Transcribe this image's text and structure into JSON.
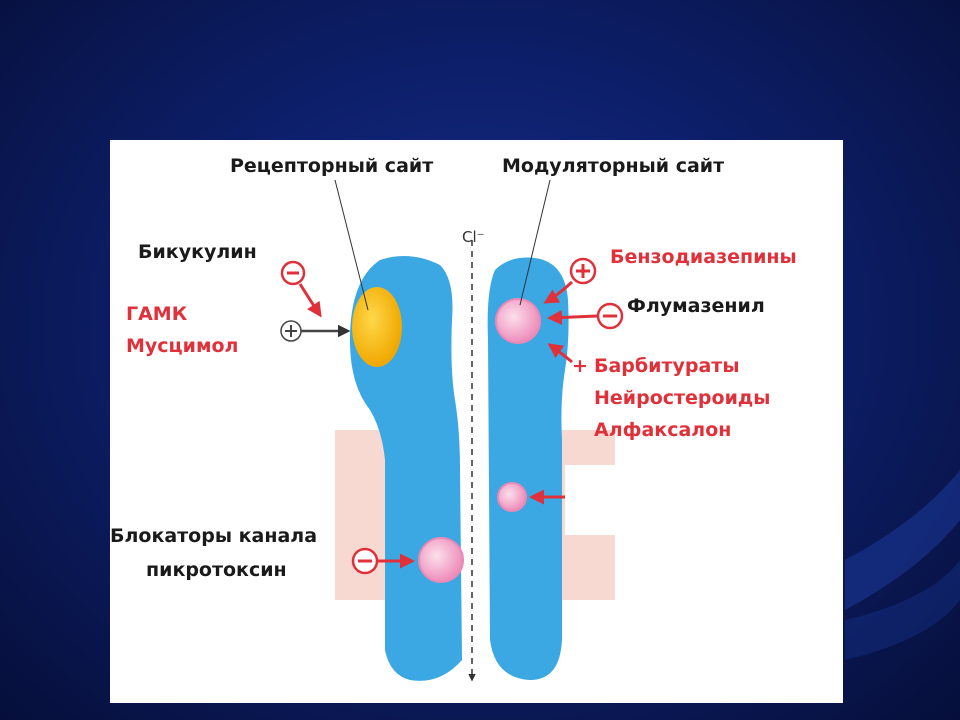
{
  "labels": {
    "receptor_site": "Рецепторный сайт",
    "modulator_site": "Модуляторный сайт",
    "chloride": "Cl⁻",
    "bicuculline": "Бикукулин",
    "gaba": "ГАМК",
    "muscimol": "Мусцимол",
    "benzodiazepines": "Бензодиазепины",
    "flumazenil": "Флумазенил",
    "barbiturates": "Барбитураты",
    "neurosteroids": "Нейростероиды",
    "alfaxalone": "Алфаксалон",
    "channel_blockers": "Блокаторы канала",
    "picrotoxin": "пикротоксин",
    "plus_sign": "+"
  },
  "colors": {
    "protein": "#3ba7e3",
    "membrane": "#f8d9d2",
    "agonist_site": "#f5c400",
    "modulator_site": "#f3a5c8",
    "arrow": "#e0313a",
    "positive_label": "#e0313a",
    "neutral_label": "#1a1a1a"
  }
}
